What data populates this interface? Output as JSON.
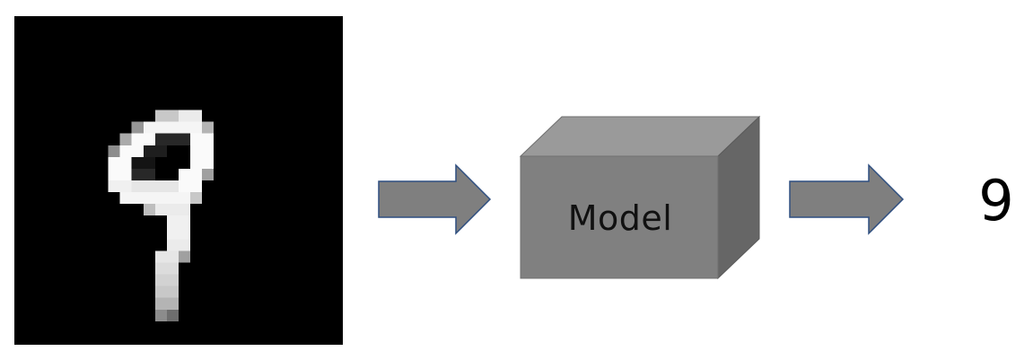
{
  "diagram": {
    "model_label": "Model",
    "output_label": "9",
    "colors": {
      "image_background": "#000000",
      "arrow_fill": "#7f7f7f",
      "arrow_stroke": "#2f4f80",
      "box_front": "#808080",
      "box_top": "#9a9a9a",
      "box_side": "#666666"
    },
    "input_image": {
      "description_icon": "handwritten-digit-image",
      "grid_size": 28
    }
  }
}
